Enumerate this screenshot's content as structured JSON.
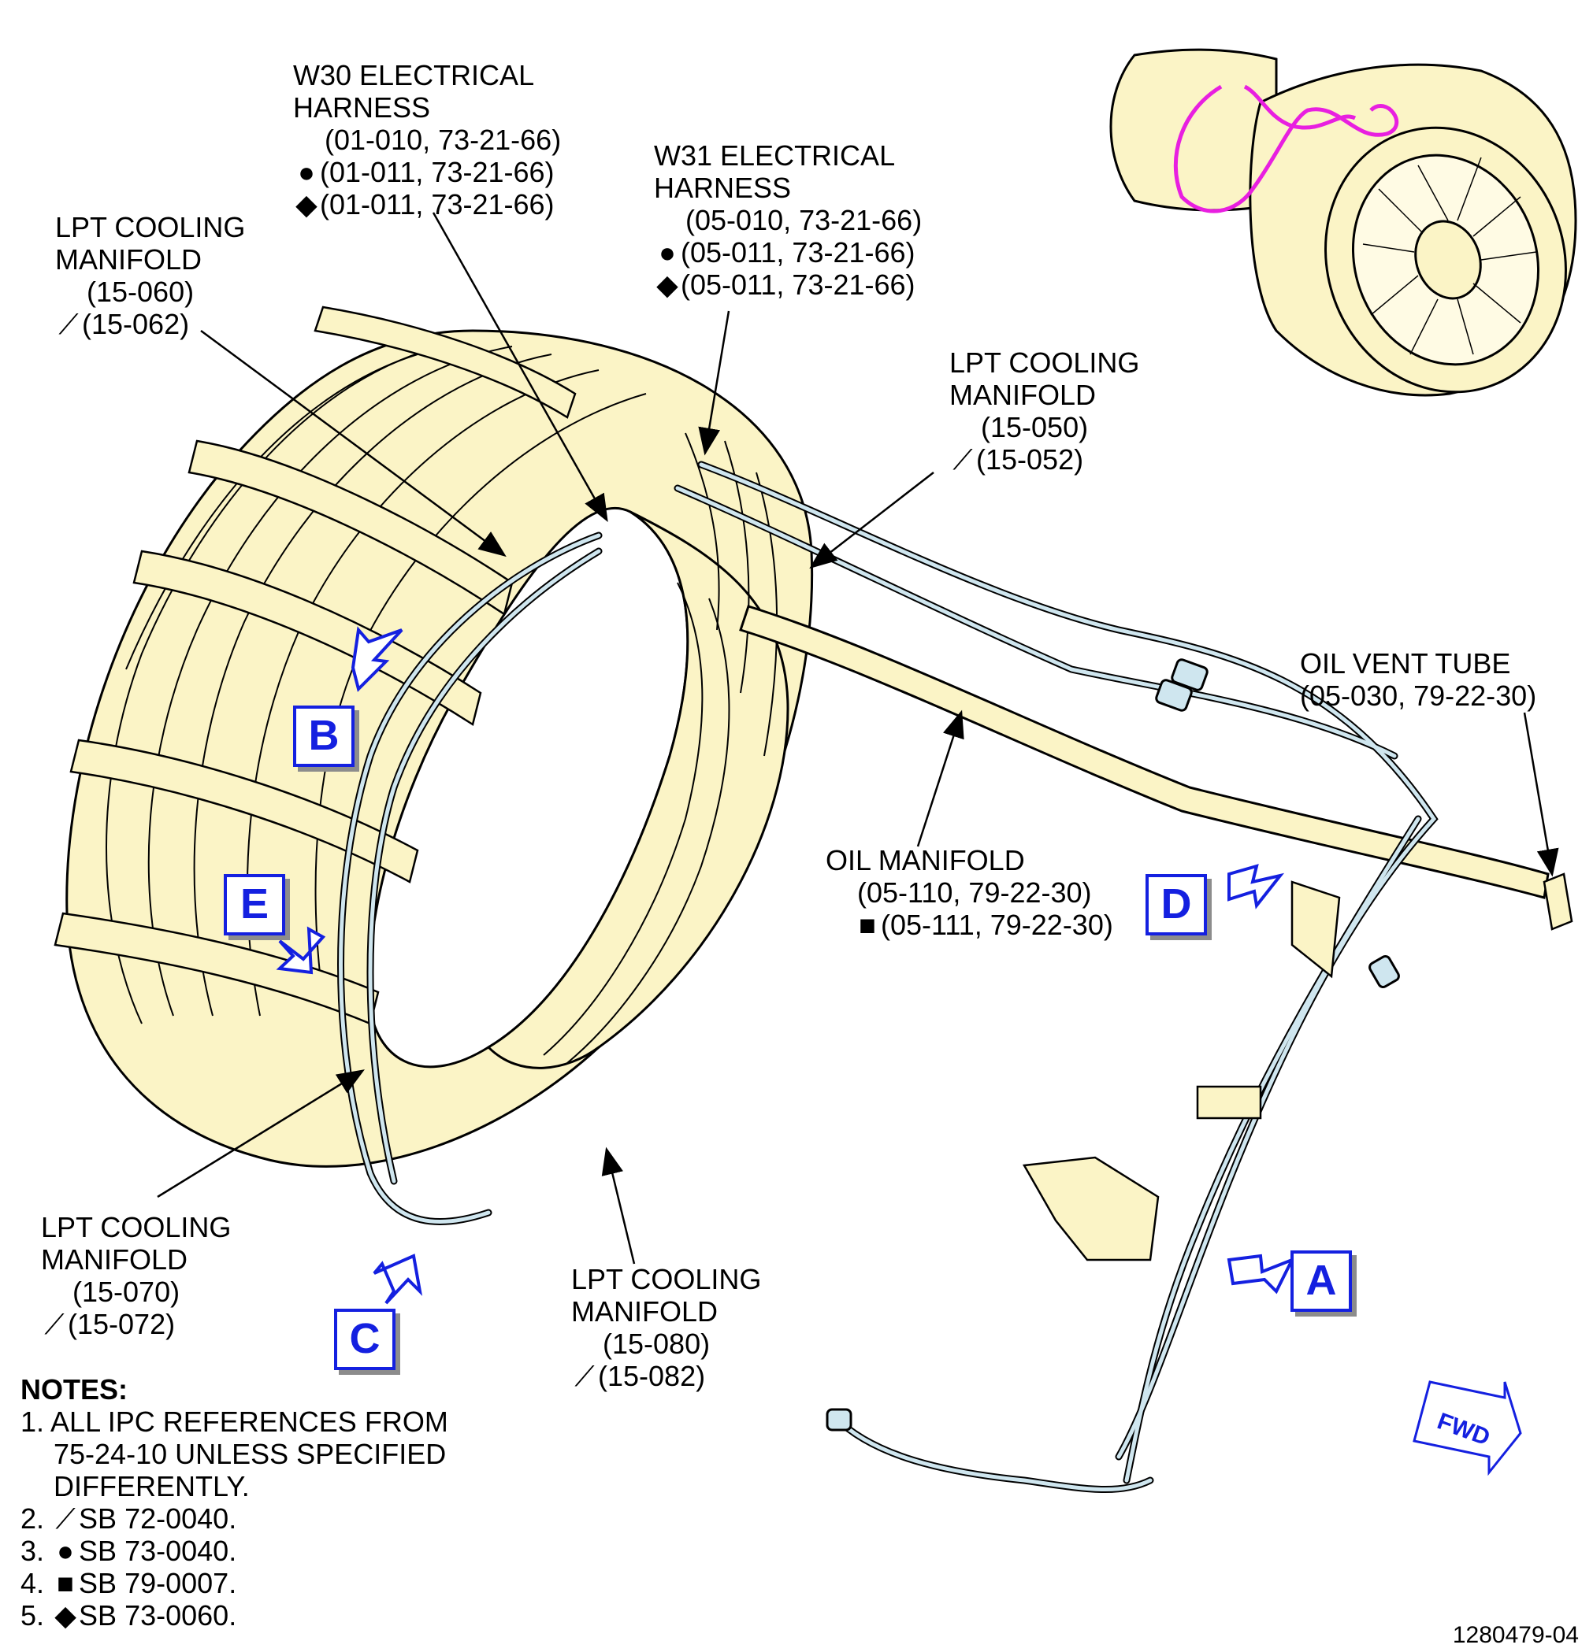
{
  "labels": {
    "w30": {
      "line1": "W30 ELECTRICAL",
      "line2": "HARNESS",
      "ref1": "(01-010, 73-21-66)",
      "ref2": "(01-011, 73-21-66)",
      "ref3": "(01-011, 73-21-66)"
    },
    "w31": {
      "line1": "W31 ELECTRICAL",
      "line2": "HARNESS",
      "ref1": "(05-010, 73-21-66)",
      "ref2": "(05-011, 73-21-66)",
      "ref3": "(05-011, 73-21-66)"
    },
    "lpt_060": {
      "line1": "LPT COOLING",
      "line2": "MANIFOLD",
      "ref1": "(15-060)",
      "ref2": "(15-062)"
    },
    "lpt_050": {
      "line1": "LPT COOLING",
      "line2": "MANIFOLD",
      "ref1": "(15-050)",
      "ref2": "(15-052)"
    },
    "oil_vent": {
      "line1": "OIL VENT TUBE",
      "line2": "(05-030, 79-22-30)"
    },
    "oil_manifold": {
      "line1": "OIL MANIFOLD",
      "ref1": "(05-110, 79-22-30)",
      "ref2": "(05-111, 79-22-30)"
    },
    "lpt_070": {
      "line1": "LPT COOLING",
      "line2": "MANIFOLD",
      "ref1": "(15-070)",
      "ref2": "(15-072)"
    },
    "lpt_080": {
      "line1": "LPT COOLING",
      "line2": "MANIFOLD",
      "ref1": "(15-080)",
      "ref2": "(15-082)"
    }
  },
  "view_markers": [
    "A",
    "B",
    "C",
    "D",
    "E"
  ],
  "fwd_label": "FWD",
  "notes": {
    "heading": "NOTES:",
    "items": [
      {
        "num": "1.",
        "text": "ALL IPC REFERENCES FROM",
        "text2": "75-24-10 UNLESS SPECIFIED",
        "text3": "DIFFERENTLY."
      },
      {
        "num": "2.",
        "text": "SB 72-0040."
      },
      {
        "num": "3.",
        "text": "SB 73-0040."
      },
      {
        "num": "4.",
        "text": "SB 79-0007."
      },
      {
        "num": "5.",
        "text": "SB 73-0060."
      }
    ]
  },
  "figure_number": "1280479-04",
  "colors": {
    "part_fill": "#fbf4c6",
    "harness": "#cfe6ef",
    "view_marker": "#1420e0",
    "locator_highlight": "#e81fe0"
  }
}
